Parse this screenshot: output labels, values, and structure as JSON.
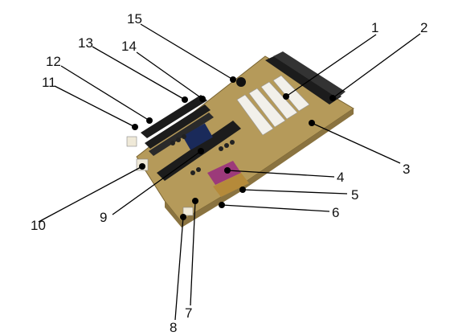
{
  "labels": [
    {
      "id": "1",
      "text": "1"
    },
    {
      "id": "2",
      "text": "2"
    },
    {
      "id": "3",
      "text": "3"
    },
    {
      "id": "4",
      "text": "4"
    },
    {
      "id": "5",
      "text": "5"
    },
    {
      "id": "6",
      "text": "6"
    },
    {
      "id": "7",
      "text": "7"
    },
    {
      "id": "8",
      "text": "8"
    },
    {
      "id": "9",
      "text": "9"
    },
    {
      "id": "10",
      "text": "10"
    },
    {
      "id": "11",
      "text": "11"
    },
    {
      "id": "12",
      "text": "12"
    },
    {
      "id": "13",
      "text": "13"
    },
    {
      "id": "14",
      "text": "14"
    },
    {
      "id": "15",
      "text": "15"
    }
  ],
  "colors": {
    "board": "#b59a5a",
    "board_dark": "#8a7340",
    "slot_white": "#f2f0ea",
    "slot_black": "#1c1c1c",
    "chip": "#2a2a2a",
    "port_purple": "#9c3a7a",
    "line": "#000000"
  }
}
